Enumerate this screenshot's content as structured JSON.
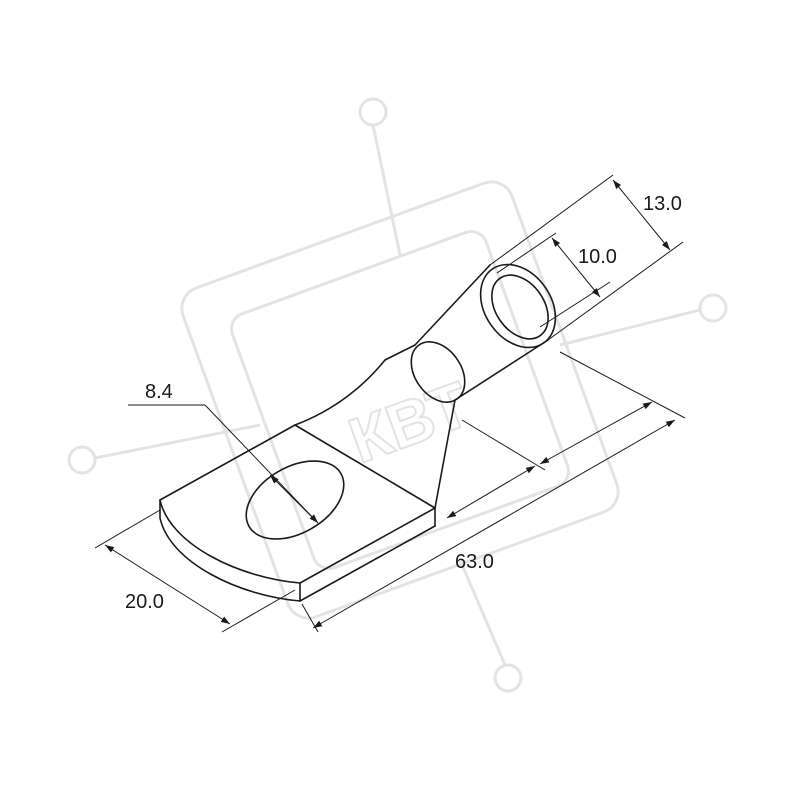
{
  "watermark": {
    "text": "КВТ"
  },
  "dimensions": {
    "total_length": "63.0",
    "width": "20.0",
    "hole_diameter": "8.4",
    "outer_diameter": "13.0",
    "inner_diameter": "10.0"
  },
  "colors": {
    "line": "#1a1a1a",
    "watermark": "#e3e3e3",
    "background": "#ffffff"
  }
}
